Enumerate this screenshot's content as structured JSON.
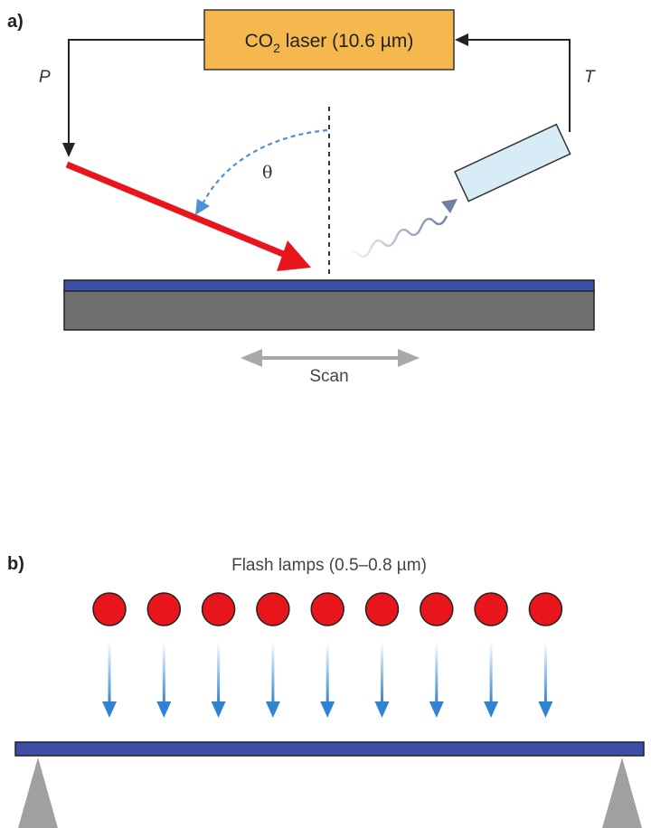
{
  "panel_a": {
    "label": "a)",
    "laser_label": "CO",
    "laser_subscript": "2",
    "laser_label_rest": " laser (10.6 µm)",
    "power_label": "P",
    "temperature_label": "T",
    "angle_label": "θ",
    "scan_label": "Scan"
  },
  "panel_b": {
    "label": "b)",
    "lamps_label": "Flash lamps (0.5–0.8 µm)",
    "lamp_count": 9
  },
  "colors": {
    "laser_box": "#f5b84f",
    "laser_beam": "#e8161b",
    "film": "#3c4ea6",
    "substrate": "#6f6f6f",
    "pyrometer": "#d8ecf8",
    "angle_arc": "#4f8fd6",
    "lamp": "#e8161b",
    "lamp_arrow": "#2f83d0",
    "scan_arrow": "#a9a9a9",
    "support": "#a0a0a0"
  }
}
